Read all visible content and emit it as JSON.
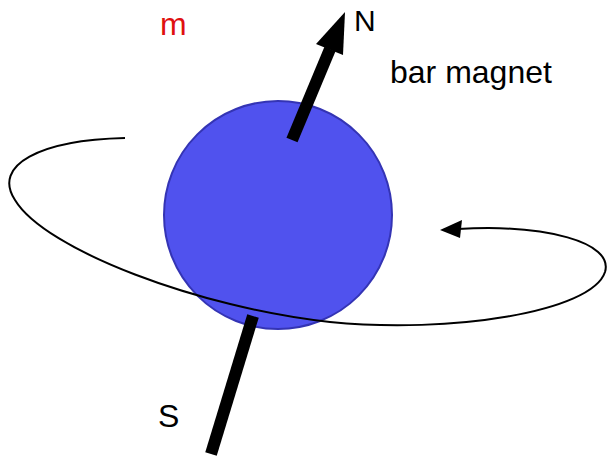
{
  "diagram": {
    "labels": [
      "m",
      "N",
      "bar magnet",
      "S"
    ]
  }
}
